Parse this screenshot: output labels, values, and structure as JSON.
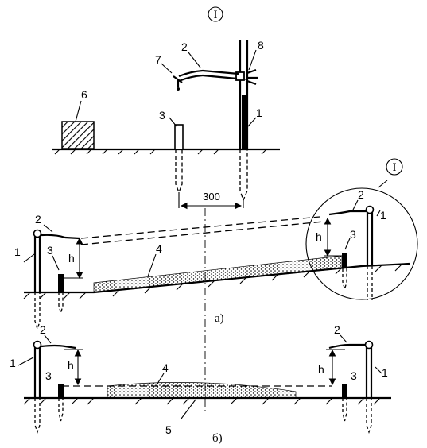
{
  "detail_marker": "I",
  "detail": {
    "labels": {
      "rod": "1",
      "sighting_bar": "2",
      "short_stake": "3",
      "block": "6",
      "plumb": "7",
      "clamp": "8"
    },
    "spacing": "300"
  },
  "fig_a": {
    "caption": "а)",
    "height_label": "h",
    "labels": {
      "rod": "1",
      "sighting_bar": "2",
      "short_stake": "3",
      "fill_layer": "4"
    },
    "callout": {
      "marker": "I",
      "labels": {
        "rod": "1",
        "sighting_bar": "2",
        "short_stake": "3",
        "height": "h"
      }
    }
  },
  "fig_b": {
    "caption": "б)",
    "height_label": "h",
    "labels": {
      "left_rod": "1",
      "left_bar": "2",
      "left_stake": "3",
      "fill_layer": "4",
      "base": "5",
      "right_rod": "1",
      "right_bar": "2",
      "right_stake": "3"
    }
  }
}
